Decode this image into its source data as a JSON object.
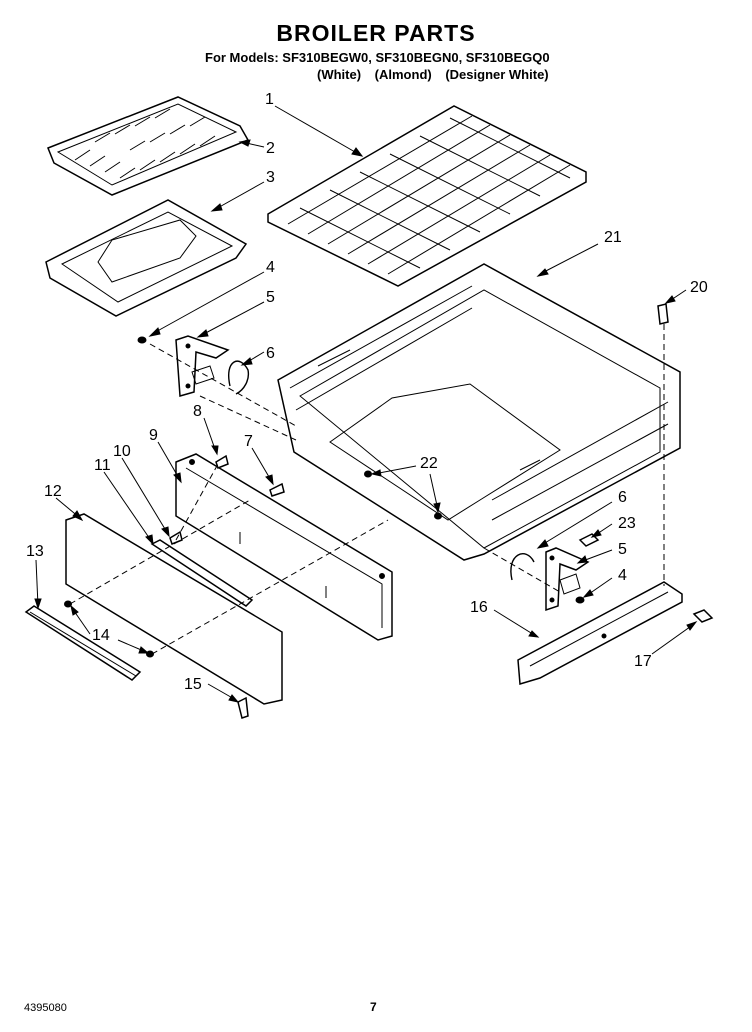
{
  "header": {
    "title": "BROILER PARTS",
    "models": "For Models: SF310BEGW0, SF310BEGN0, SF310BEGQ0",
    "colors": [
      "(White)",
      "(Almond)",
      "(Designer White)"
    ]
  },
  "callouts": [
    "1",
    "2",
    "3",
    "4",
    "5",
    "6",
    "7",
    "8",
    "9",
    "10",
    "11",
    "12",
    "13",
    "14",
    "14",
    "15",
    "16",
    "17",
    "20",
    "21",
    "22",
    "6",
    "23",
    "5",
    "4"
  ],
  "footer": {
    "doc_number": "4395080",
    "page_number": "7"
  }
}
